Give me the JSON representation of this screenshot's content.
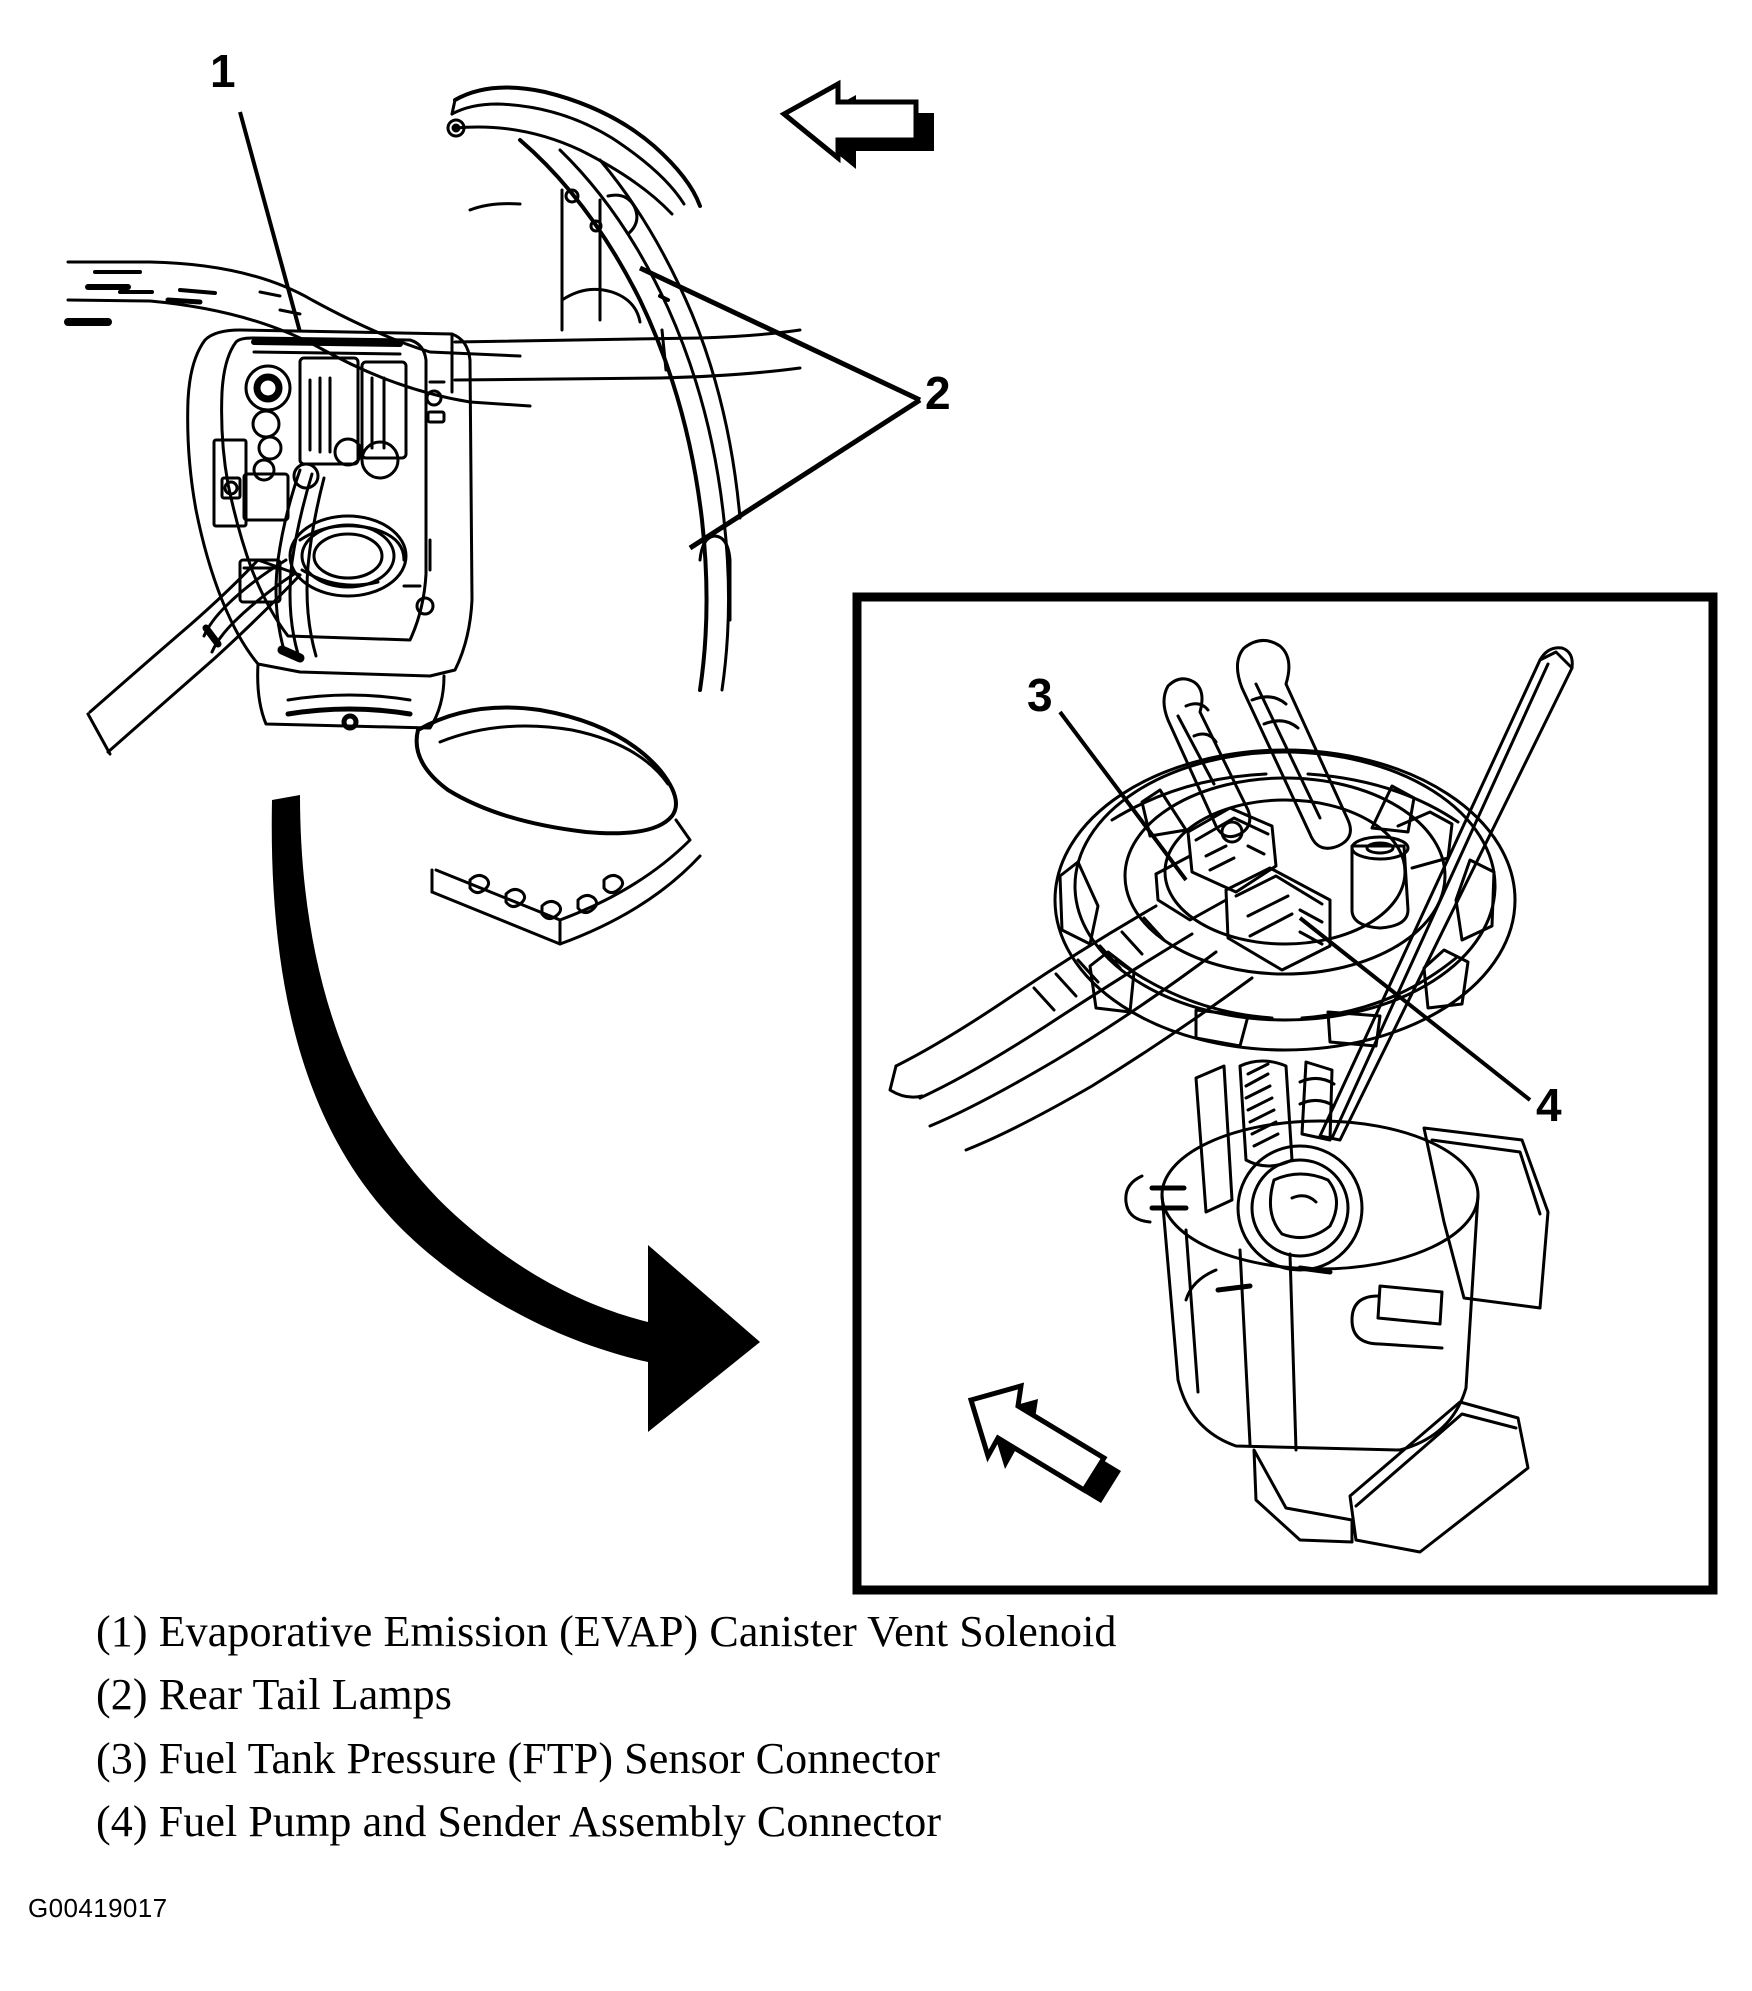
{
  "figure": {
    "image_id": "G00419017",
    "callouts": [
      {
        "number": "1",
        "target": "evap-canister-vent-solenoid"
      },
      {
        "number": "2",
        "target": "rear-tail-lamps"
      },
      {
        "number": "3",
        "target": "ftp-sensor-connector"
      },
      {
        "number": "4",
        "target": "fuel-pump-sender-connector"
      }
    ],
    "legend": [
      {
        "marker": "(1)",
        "text": "(1) Evaporative Emission (EVAP) Canister Vent Solenoid"
      },
      {
        "marker": "(2)",
        "text": "(2) Rear Tail Lamps"
      },
      {
        "marker": "(3)",
        "text": "(3) Fuel Tank Pressure (FTP) Sensor Connector"
      },
      {
        "marker": "(4)",
        "text": "(4) Fuel Pump and Sender Assembly Connector"
      }
    ],
    "icons": {
      "main_direction_arrow": "left-pointing-hollow-arrow",
      "inset_direction_arrow": "upper-left-pointing-hollow-arrow",
      "detail_link_arrow": "curved-solid-arrow-to-inset"
    },
    "colors": {
      "line": "#000000",
      "background": "#ffffff",
      "fill": "#000000"
    }
  }
}
